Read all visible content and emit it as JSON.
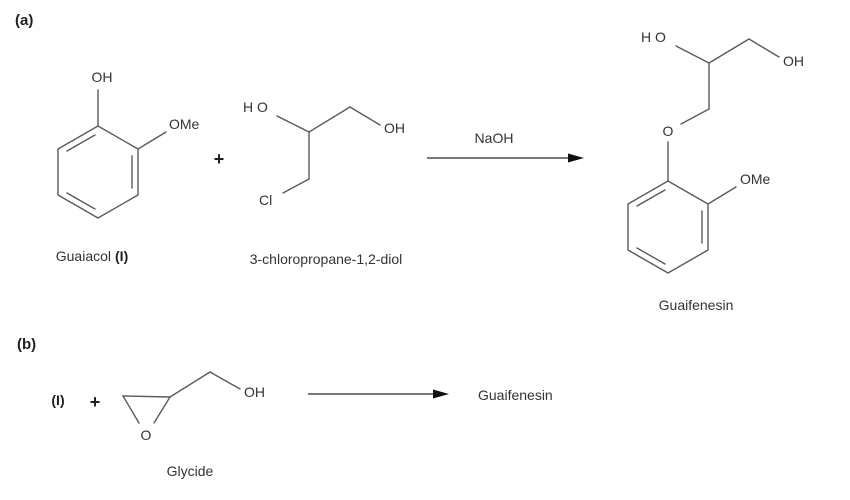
{
  "colors": {
    "background": "#ffffff",
    "bond_line": "#5a5a5a",
    "label_text": "#333333",
    "arrow": "#111111"
  },
  "section_a": {
    "label": "(a)",
    "guaiacol": {
      "oh": "OH",
      "ome": "OMe",
      "caption_name": "Guaiacol",
      "caption_ref": "(I)"
    },
    "plus": "+",
    "chloropropanediol": {
      "ho": "H O",
      "oh": "OH",
      "cl": "Cl",
      "caption": "3-chloropropane-1,2-diol"
    },
    "reagent": "NaOH",
    "guaifenesin": {
      "ho": "H O",
      "oh": "OH",
      "o": "O",
      "ome": "OMe",
      "caption": "Guaifenesin"
    }
  },
  "section_b": {
    "label": "(b)",
    "reactant_ref": "(I)",
    "plus": "+",
    "glycide": {
      "o": "O",
      "oh": "OH",
      "caption": "Glycide"
    },
    "product": "Guaifenesin"
  }
}
